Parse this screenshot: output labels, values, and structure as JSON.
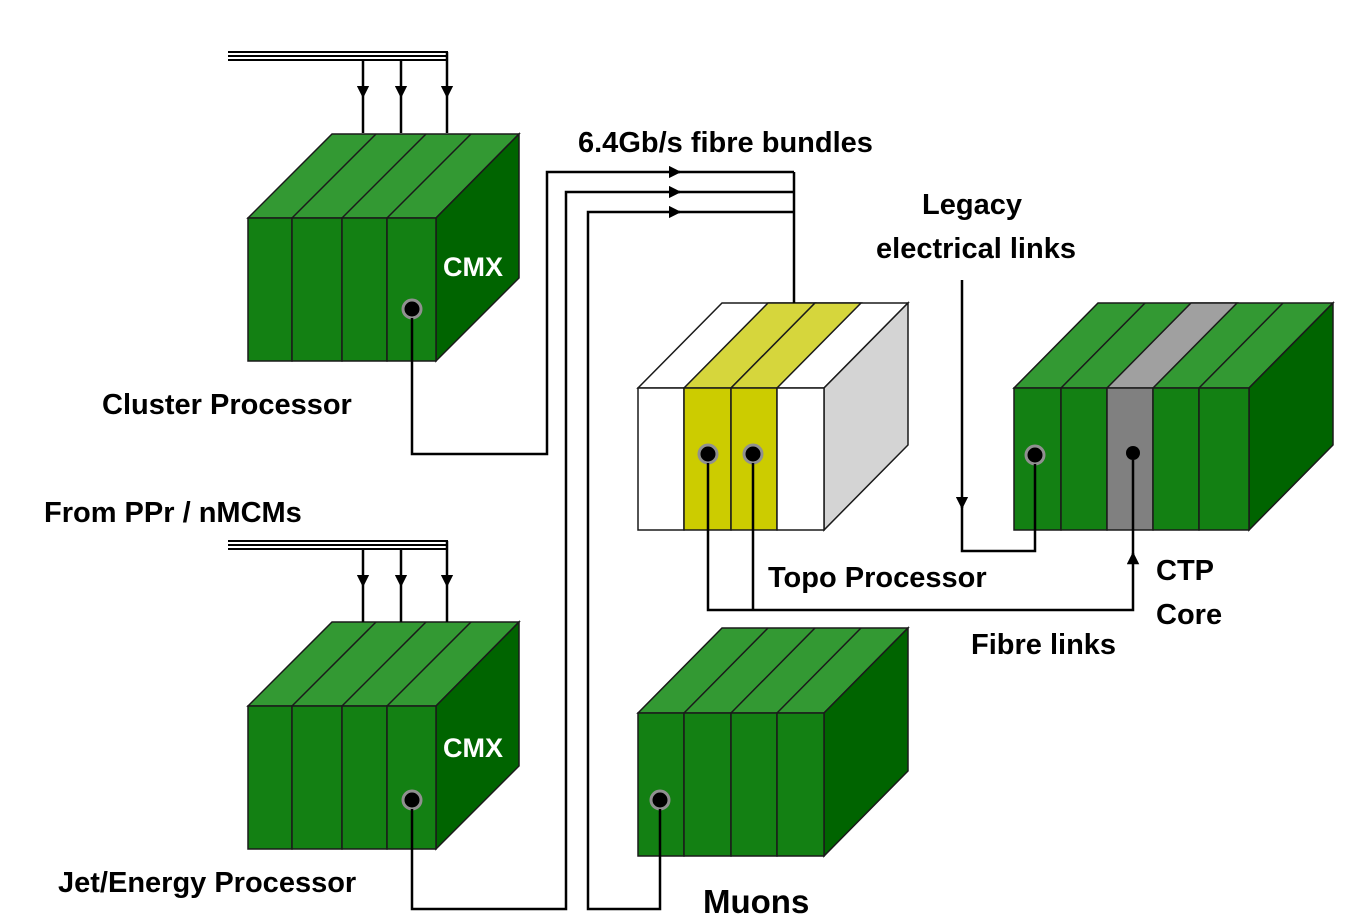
{
  "labels": {
    "cluster_processor": "Cluster Processor",
    "jet_energy_processor": "Jet/Energy Processor",
    "from_ppr": "From PPr / nMCMs",
    "cmx_top": "CMX",
    "cmx_bottom": "CMX",
    "fibre_bundles": "6.4Gb/s fibre bundles",
    "legacy_line1": "Legacy",
    "legacy_line2": "electrical links",
    "topo_processor": "Topo Processor",
    "ctp_line1": "CTP",
    "ctp_line2": "Core",
    "fibre_links": "Fibre links",
    "muons": "Muons"
  },
  "colors": {
    "green_front": "#138013",
    "green_top": "#339933",
    "green_side": "#006400",
    "yellow_front": "#cccc00",
    "yellow_top": "#d6d63c",
    "grey_front": "#808080",
    "grey_top": "#a0a0a0",
    "white_side": "#d4d4d4",
    "line": "#000000"
  }
}
